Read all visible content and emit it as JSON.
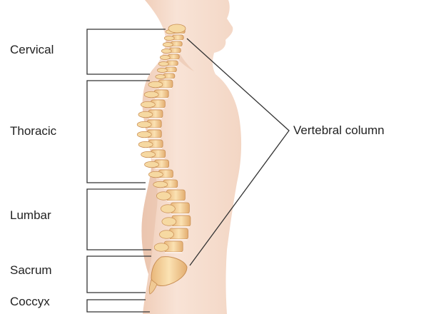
{
  "labels": {
    "cervical": "Cervical",
    "thoracic": "Thoracic",
    "lumbar": "Lumbar",
    "sacrum": "Sacrum",
    "coccyx": "Coccyx",
    "vertebral_column": "Vertebral column"
  },
  "colors": {
    "skin_light": "#fbeee6",
    "skin_mid": "#f3d9c9",
    "skin_shade": "#e6bfa8",
    "bone": "#f6d9a2",
    "bone_dark": "#d9a56a",
    "disc": "#fbeee6",
    "line": "#333333",
    "text": "#222222"
  }
}
